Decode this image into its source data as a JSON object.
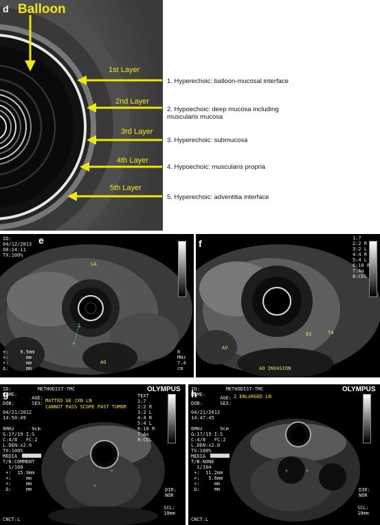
{
  "panel_d": {
    "letter": "d",
    "balloon": "Balloon",
    "layers": [
      {
        "name": "1st Layer",
        "desc": "1.  Hyperechoic: balloon-mucosal interface"
      },
      {
        "name": "2nd Layer",
        "desc": "2.  Hypoechoic: deep mucosa including muscularis mucosa"
      },
      {
        "name": "3rd Layer",
        "desc": "3.  Hyperechoic: submucosa"
      },
      {
        "name": "4th Layer",
        "desc": "4.  Hypoechoic: muscularis propria"
      },
      {
        "name": "5th Layer",
        "desc": "5.  Hyperechoic: adventitia interface"
      }
    ]
  },
  "panel_e": {
    "letter": "e",
    "header": "ID:\n04/12/2013\n08:14:11\nTX:100%",
    "labels": {
      "la": "LA",
      "ao": "AO"
    },
    "measure": "+:    9.5mm\n×:      mm\n÷:      mm\n∆:      mm",
    "right_mark": "6\nMHz\n7.4\ncm"
  },
  "panel_f": {
    "letter": "f",
    "list": "1:7\n2:2 R\n3:2 L\n4:4 R\n5:4 L\n6:10 R\n7:Ao\n8:CEL",
    "labels": {
      "av": "AV",
      "es": "ES",
      "t4": "T4",
      "invasion": "AO INVASION"
    }
  },
  "panel_g": {
    "letter": "g",
    "brand": "OLYMPUS",
    "id_line": "ID:         METHODIST-TMC",
    "name_line": "NAME:",
    "age_line": "          AGE:",
    "dob_line": "DOB:      SEX:",
    "comment1": "MATTED GE JXN LN",
    "comment2": "CANNOT PASS SCOPE PAST TUMOR",
    "info": "04/21/2012\n14:50:49\n\n6MHz      9cm\nG:17/19 I:S\nC:4/8   FC:2\nL.DEN:x2.0\nTX:100%\nMEDIA\nT/B:COMMENT\n  1/160\n +:  15.9mm\n ×:     mm\n ÷:     mm\n ∆:     mm",
    "text_list": "TEXT\n1:7\n2:2 R\n3:2 L\n4:4 R\n5:4 L\n6:10 R\n7:Ao\n8:CEL",
    "dir": "DIR:\nNOR",
    "scl": "SCL:\n10mm",
    "cnct": "CNCT:L"
  },
  "panel_h": {
    "letter": "h",
    "brand": "OLYMPUS",
    "id_line": "ID:         METHODIST-TMC",
    "name_line": "NAME:",
    "age_line": "          AGE:",
    "dob_line": "DOB:      SEX:",
    "comment1": "2 ENLARGED LN",
    "info": "04/21/2012\n14:47:45\n\n6MHz      9cm\nG:17/19 I:S\nC:4/8   FC:2\nL.DEN:x2.0\nTX:100%\nMEDIA\nT/B:NONE\n  1/104\n +:  11.2mm\n ×:   5.6mm\n ÷:     mm\n ∆:     mm",
    "dir": "DIR:\nNOR",
    "scl": "SCL:\n10mm",
    "cnct": "CNCT:L"
  },
  "colors": {
    "arrow": "#f2e60f",
    "measure": "#3dc7d6",
    "marker": "#3ccf3c"
  }
}
